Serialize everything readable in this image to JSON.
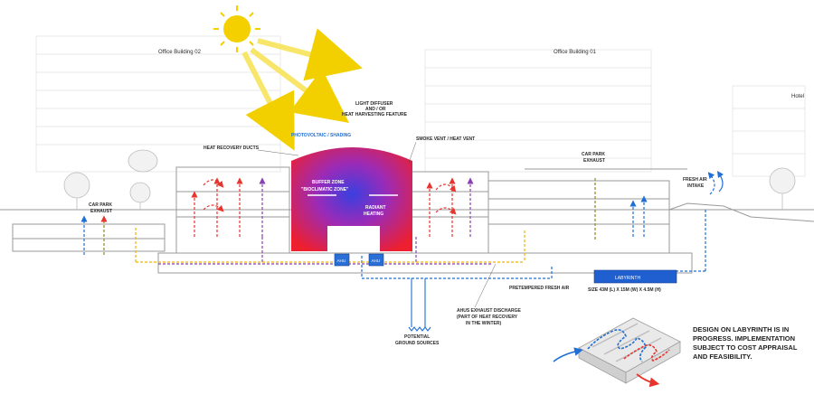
{
  "buildings": {
    "office_02": "Office Building 02",
    "office_01": "Office Building 01",
    "hotel": "Hotel"
  },
  "labels": {
    "light_diffuser": [
      "LIGHT DIFFUSER",
      "AND / OR",
      "HEAT HARVESTING FEATURE"
    ],
    "photovoltaic": "PHOTOVOLTAIC / SHADING",
    "smoke_vent": "SMOKE VENT / HEAT VENT",
    "heat_recovery_ducts": "HEAT RECOVERY DUCTS",
    "buffer_zone": [
      "BUFFER ZONE",
      "\"BIOCLIMATIC ZONE\""
    ],
    "radiant_heating": [
      "RADIANT",
      "HEATING"
    ],
    "ahu_a": "AHU",
    "ahu_b": "AHU",
    "car_park_exhaust_left": [
      "CAR PARK",
      "EXHAUST"
    ],
    "car_park_exhaust_right": [
      "CAR PARK",
      "EXHAUST"
    ],
    "fresh_air_intake": [
      "FRESH AIR",
      "INTAKE"
    ],
    "labyrinth": "LABYRINTH",
    "pretempered_fresh_air": "PRETEMPERED FRESH AIR",
    "labyrinth_size": "SIZE 43M (L) X 15M (W) X 4.5M (H)",
    "potential_ground_sources": [
      "POTENTIAL",
      "GROUND SOURCES"
    ],
    "ahus_exhaust_discharge": [
      "AHUS EXHAUST DISCHARGE",
      "(PART OF HEAT RECOVERY",
      "IN THE WINTER)"
    ]
  },
  "note": [
    "DESIGN ON LABYRINTH IS IN",
    "PROGRESS. IMPLEMENTATION",
    "SUBJECT TO COST APPRAISAL",
    "AND FEASIBILITY."
  ],
  "colors": {
    "sun": "#f5d000",
    "sun_ray": "#f7e66a",
    "warm_air": "#e8342e",
    "cool_air": "#1f6fd6",
    "exhaust": "#8a3fb5",
    "yellow_duct": "#f0b400",
    "olive_duct": "#8a8a20",
    "labyrinth_box": "#1f5fd0",
    "ahu_box": "#2a6fd6",
    "structure": "#9a9a9a"
  }
}
